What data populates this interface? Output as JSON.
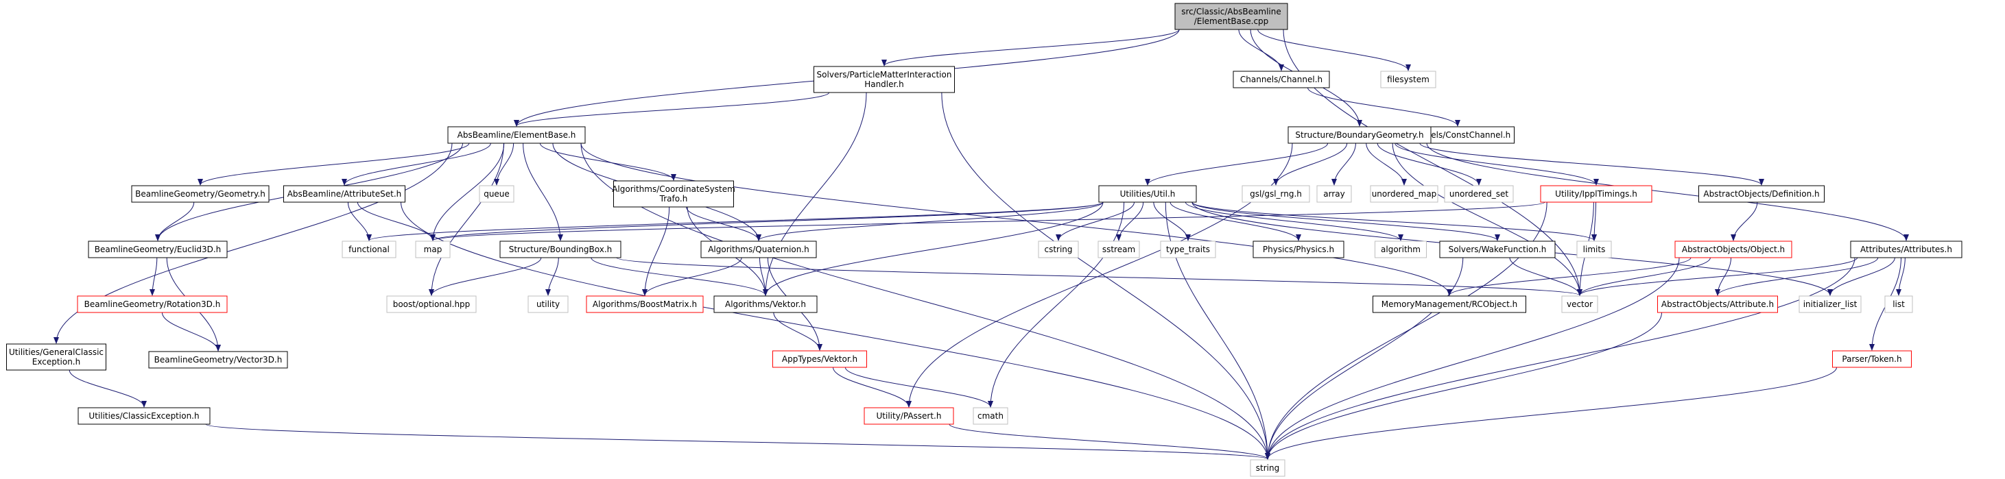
{
  "title": "",
  "colors": {
    "edge": "#191970",
    "root_fill": "#bfbfbf",
    "root_border": "#000000",
    "documented_border": "#000000",
    "truncated_border": "#ff0000",
    "external_border": "#bfbfbf",
    "external_text": "#000000"
  },
  "nodes": [
    {
      "id": "root",
      "lines": [
        "src/Classic/AbsBeamline",
        "/ElementBase.cpp"
      ],
      "kind": "root"
    },
    {
      "id": "solvers_pmi",
      "lines": [
        "Solvers/ParticleMatterInteraction",
        "Handler.h"
      ],
      "kind": "doc"
    },
    {
      "id": "chan",
      "lines": [
        "Channels/Channel.h"
      ],
      "kind": "doc"
    },
    {
      "id": "filesystem",
      "lines": [
        "filesystem"
      ],
      "kind": "ext"
    },
    {
      "id": "constchan",
      "lines": [
        "Channels/ConstChannel.h"
      ],
      "kind": "doc"
    },
    {
      "id": "absbase",
      "lines": [
        "AbsBeamline/ElementBase.h"
      ],
      "kind": "doc"
    },
    {
      "id": "boundgeo",
      "lines": [
        "Structure/BoundaryGeometry.h"
      ],
      "kind": "doc"
    },
    {
      "id": "beamgeo",
      "lines": [
        "BeamlineGeometry/Geometry.h"
      ],
      "kind": "doc"
    },
    {
      "id": "attrset",
      "lines": [
        "AbsBeamline/AttributeSet.h"
      ],
      "kind": "doc"
    },
    {
      "id": "queue",
      "lines": [
        "queue"
      ],
      "kind": "ext"
    },
    {
      "id": "coordtrafo",
      "lines": [
        "Algorithms/CoordinateSystem",
        "Trafo.h"
      ],
      "kind": "doc"
    },
    {
      "id": "util",
      "lines": [
        "Utilities/Util.h"
      ],
      "kind": "doc"
    },
    {
      "id": "gslmg",
      "lines": [
        "gsl/gsl_rng.h"
      ],
      "kind": "ext"
    },
    {
      "id": "array",
      "lines": [
        "array"
      ],
      "kind": "ext"
    },
    {
      "id": "umap",
      "lines": [
        "unordered_map"
      ],
      "kind": "ext"
    },
    {
      "id": "uset",
      "lines": [
        "unordered_set"
      ],
      "kind": "ext"
    },
    {
      "id": "ipptimings",
      "lines": [
        "Utility/IpplTimings.h"
      ],
      "kind": "trunc"
    },
    {
      "id": "absdef",
      "lines": [
        "AbstractObjects/Definition.h"
      ],
      "kind": "doc"
    },
    {
      "id": "euclid",
      "lines": [
        "BeamlineGeometry/Euclid3D.h"
      ],
      "kind": "doc"
    },
    {
      "id": "functional",
      "lines": [
        "functional"
      ],
      "kind": "ext"
    },
    {
      "id": "map",
      "lines": [
        "map"
      ],
      "kind": "ext"
    },
    {
      "id": "boundbox",
      "lines": [
        "Structure/BoundingBox.h"
      ],
      "kind": "doc"
    },
    {
      "id": "quat",
      "lines": [
        "Algorithms/Quaternion.h"
      ],
      "kind": "doc"
    },
    {
      "id": "cstring",
      "lines": [
        "cstring"
      ],
      "kind": "ext"
    },
    {
      "id": "sstream",
      "lines": [
        "sstream"
      ],
      "kind": "ext"
    },
    {
      "id": "typetraits",
      "lines": [
        "type_traits"
      ],
      "kind": "ext"
    },
    {
      "id": "physics",
      "lines": [
        "Physics/Physics.h"
      ],
      "kind": "doc"
    },
    {
      "id": "algorithm",
      "lines": [
        "algorithm"
      ],
      "kind": "ext"
    },
    {
      "id": "wakefn",
      "lines": [
        "Solvers/WakeFunction.h"
      ],
      "kind": "doc"
    },
    {
      "id": "limits",
      "lines": [
        "limits"
      ],
      "kind": "ext"
    },
    {
      "id": "absobj",
      "lines": [
        "AbstractObjects/Object.h"
      ],
      "kind": "trunc"
    },
    {
      "id": "attrs",
      "lines": [
        "Attributes/Attributes.h"
      ],
      "kind": "doc"
    },
    {
      "id": "rot3d",
      "lines": [
        "BeamlineGeometry/Rotation3D.h"
      ],
      "kind": "trunc"
    },
    {
      "id": "boostopt",
      "lines": [
        "boost/optional.hpp"
      ],
      "kind": "ext"
    },
    {
      "id": "utility",
      "lines": [
        "utility"
      ],
      "kind": "ext"
    },
    {
      "id": "boostmat",
      "lines": [
        "Algorithms/BoostMatrix.h"
      ],
      "kind": "trunc"
    },
    {
      "id": "vektor",
      "lines": [
        "Algorithms/Vektor.h"
      ],
      "kind": "doc"
    },
    {
      "id": "rcobj",
      "lines": [
        "MemoryManagement/RCObject.h"
      ],
      "kind": "doc"
    },
    {
      "id": "vector",
      "lines": [
        "vector"
      ],
      "kind": "ext"
    },
    {
      "id": "absattr",
      "lines": [
        "AbstractObjects/Attribute.h"
      ],
      "kind": "trunc"
    },
    {
      "id": "initlist",
      "lines": [
        "initializer_list"
      ],
      "kind": "ext"
    },
    {
      "id": "list",
      "lines": [
        "list"
      ],
      "kind": "ext"
    },
    {
      "id": "genexc",
      "lines": [
        "Utilities/GeneralClassic",
        "Exception.h"
      ],
      "kind": "doc"
    },
    {
      "id": "vec3d",
      "lines": [
        "BeamlineGeometry/Vector3D.h"
      ],
      "kind": "doc"
    },
    {
      "id": "appvektor",
      "lines": [
        "AppTypes/Vektor.h"
      ],
      "kind": "trunc"
    },
    {
      "id": "parsertok",
      "lines": [
        "Parser/Token.h"
      ],
      "kind": "trunc"
    },
    {
      "id": "classexc",
      "lines": [
        "Utilities/ClassicException.h"
      ],
      "kind": "doc"
    },
    {
      "id": "passert",
      "lines": [
        "Utility/PAssert.h"
      ],
      "kind": "trunc"
    },
    {
      "id": "cmath",
      "lines": [
        "cmath"
      ],
      "kind": "ext"
    },
    {
      "id": "string",
      "lines": [
        "string"
      ],
      "kind": "ext"
    }
  ],
  "edges": [
    [
      "root",
      "solvers_pmi"
    ],
    [
      "root",
      "chan"
    ],
    [
      "root",
      "filesystem"
    ],
    [
      "root",
      "absbase"
    ],
    [
      "root",
      "boundgeo"
    ],
    [
      "root",
      "vector"
    ],
    [
      "solvers_pmi",
      "absbase"
    ],
    [
      "solvers_pmi",
      "vektor"
    ],
    [
      "solvers_pmi",
      "string"
    ],
    [
      "chan",
      "constchan"
    ],
    [
      "absbase",
      "beamgeo"
    ],
    [
      "absbase",
      "euclid"
    ],
    [
      "absbase",
      "attrset"
    ],
    [
      "absbase",
      "queue"
    ],
    [
      "absbase",
      "coordtrafo"
    ],
    [
      "absbase",
      "map"
    ],
    [
      "absbase",
      "boostopt"
    ],
    [
      "absbase",
      "boundbox"
    ],
    [
      "absbase",
      "quat"
    ],
    [
      "absbase",
      "rcobj"
    ],
    [
      "absbase",
      "genexc"
    ],
    [
      "absbase",
      "string"
    ],
    [
      "boundgeo",
      "util"
    ],
    [
      "boundgeo",
      "gslmg"
    ],
    [
      "boundgeo",
      "array"
    ],
    [
      "boundgeo",
      "umap"
    ],
    [
      "boundgeo",
      "uset"
    ],
    [
      "boundgeo",
      "ipptimings"
    ],
    [
      "boundgeo",
      "absdef"
    ],
    [
      "boundgeo",
      "attrs"
    ],
    [
      "boundgeo",
      "vector"
    ],
    [
      "boundgeo",
      "passert"
    ],
    [
      "beamgeo",
      "euclid"
    ],
    [
      "attrset",
      "functional"
    ],
    [
      "attrset",
      "map"
    ],
    [
      "attrset",
      "string"
    ],
    [
      "coordtrafo",
      "quat"
    ],
    [
      "coordtrafo",
      "boostmat"
    ],
    [
      "coordtrafo",
      "vektor"
    ],
    [
      "util",
      "map"
    ],
    [
      "util",
      "functional"
    ],
    [
      "util",
      "quat"
    ],
    [
      "util",
      "vektor"
    ],
    [
      "util",
      "cstring"
    ],
    [
      "util",
      "sstream"
    ],
    [
      "util",
      "typetraits"
    ],
    [
      "util",
      "physics"
    ],
    [
      "util",
      "algorithm"
    ],
    [
      "util",
      "limits"
    ],
    [
      "util",
      "initlist"
    ],
    [
      "util",
      "cmath"
    ],
    [
      "util",
      "string"
    ],
    [
      "util",
      "wakefn"
    ],
    [
      "ipptimings",
      "limits"
    ],
    [
      "ipptimings",
      "vector"
    ],
    [
      "ipptimings",
      "map"
    ],
    [
      "ipptimings",
      "string"
    ],
    [
      "absdef",
      "absobj"
    ],
    [
      "euclid",
      "rot3d"
    ],
    [
      "euclid",
      "vec3d"
    ],
    [
      "boundbox",
      "boostopt"
    ],
    [
      "boundbox",
      "utility"
    ],
    [
      "boundbox",
      "vektor"
    ],
    [
      "boundbox",
      "vector"
    ],
    [
      "quat",
      "boostmat"
    ],
    [
      "quat",
      "vektor"
    ],
    [
      "quat",
      "appvektor"
    ],
    [
      "wakefn",
      "vector"
    ],
    [
      "wakefn",
      "string"
    ],
    [
      "absobj",
      "rcobj"
    ],
    [
      "absobj",
      "absattr"
    ],
    [
      "absobj",
      "vector"
    ],
    [
      "absobj",
      "string"
    ],
    [
      "attrs",
      "absattr"
    ],
    [
      "attrs",
      "initlist"
    ],
    [
      "attrs",
      "list"
    ],
    [
      "attrs",
      "parsertok"
    ],
    [
      "attrs",
      "vector"
    ],
    [
      "attrs",
      "string"
    ],
    [
      "rot3d",
      "vec3d"
    ],
    [
      "vektor",
      "appvektor"
    ],
    [
      "absattr",
      "string"
    ],
    [
      "genexc",
      "classexc"
    ],
    [
      "appvektor",
      "passert"
    ],
    [
      "appvektor",
      "cmath"
    ],
    [
      "parsertok",
      "string"
    ],
    [
      "classexc",
      "string"
    ],
    [
      "passert",
      "string"
    ]
  ]
}
